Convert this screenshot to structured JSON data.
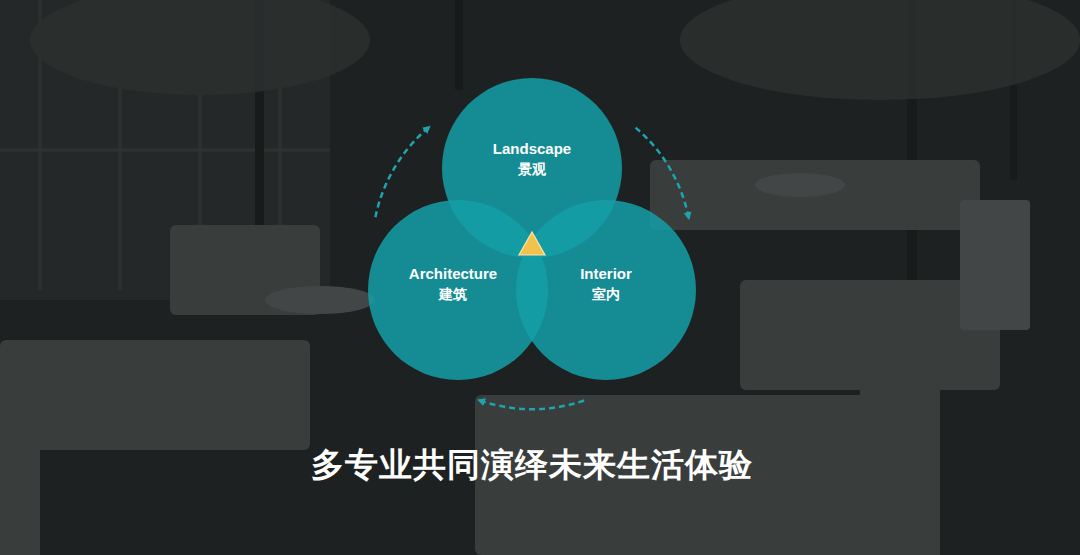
{
  "diagram": {
    "caption": "多专业共同演绎未来生活体验",
    "nodes": [
      {
        "text": [
          "Landscape",
          "景观"
        ]
      },
      {
        "text": [
          "Architecture",
          "建筑"
        ]
      },
      {
        "text": [
          "Interior",
          "室内"
        ]
      }
    ],
    "edges": [
      {
        "from": 1,
        "to": 0,
        "arrow": "to"
      },
      {
        "from": 0,
        "to": 2,
        "arrow": "to"
      },
      {
        "from": 2,
        "to": 1,
        "arrow": "to"
      }
    ]
  }
}
